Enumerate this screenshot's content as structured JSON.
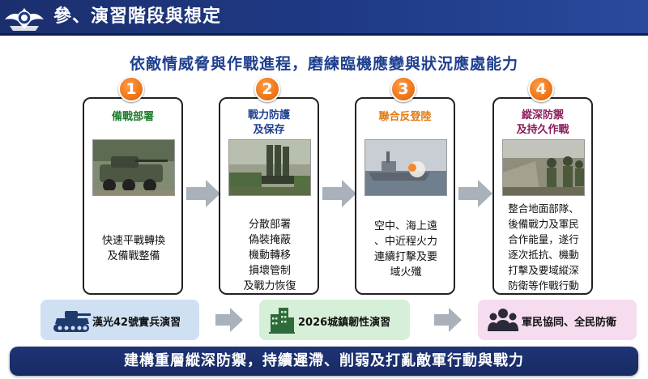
{
  "header": {
    "title": "參、演習階段與想定",
    "emblem_icon": "military-emblem-icon"
  },
  "subtitle": "依敵情威脅與作戰進程，磨練臨機應變與狀況應處能力",
  "stages": [
    {
      "number": "1",
      "title_lines": [
        "備戰部署"
      ],
      "title_color": "#1e7a2c",
      "photo_icon": "armored-vehicle-photo",
      "desc_lines": [
        "快速平戰轉換",
        "及備戰整備"
      ]
    },
    {
      "number": "2",
      "title_lines": [
        "戰力防護",
        "及保存"
      ],
      "title_color": "#1f3f8f",
      "photo_icon": "missile-launcher-photo",
      "desc_lines": [
        "分散部署",
        "偽裝掩蔽",
        "機動轉移",
        "損壞管制",
        "及戰力恢復"
      ]
    },
    {
      "number": "3",
      "title_lines": [
        "聯合反登陸"
      ],
      "title_color": "#e07a12",
      "photo_icon": "warship-photo",
      "desc_lines": [
        "空中、海上遠",
        "、中近程火力",
        "連續打擊及要",
        "域火殲"
      ]
    },
    {
      "number": "4",
      "title_lines": [
        "縱深防禦",
        "及持久作戰"
      ],
      "title_color": "#8a1e5a",
      "photo_icon": "infantry-photo",
      "desc_lines": [
        "整合地面部隊、",
        "後備戰力及軍民",
        "合作能量，遂行",
        "逐次抵抗、機動",
        "打擊及要域縱深",
        "防衛等作戰行動"
      ]
    }
  ],
  "bottom": [
    {
      "label": "漢光42號實兵演習",
      "icon": "tank-icon",
      "bg": "#cfe0f3"
    },
    {
      "label": "2026城鎮韌性演習",
      "icon": "city-buildings-icon",
      "bg": "#d6efd8"
    },
    {
      "label": "軍民協同、全民防衛",
      "icon": "people-group-icon",
      "bg": "#f6dcef"
    }
  ],
  "colors": {
    "header_bg": "#1f3a86",
    "badge": "#f07a1c",
    "arrow": "#a9b1bb",
    "footer_bg": "#1e3476"
  },
  "footer": "建構重層縱深防禦，持續遲滯、削弱及打亂敵軍行動與戰力"
}
